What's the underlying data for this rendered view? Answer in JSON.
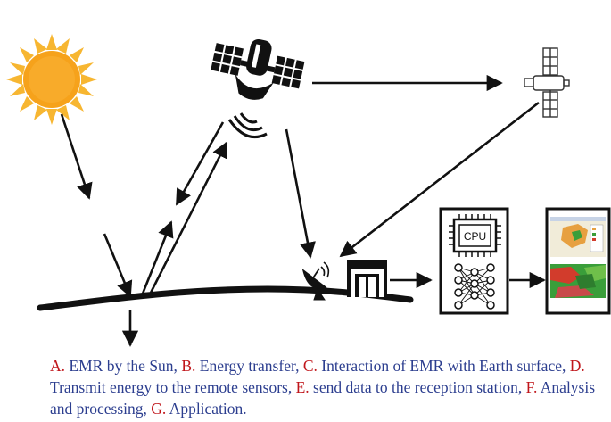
{
  "panels": {
    "cpu_label": "CPU"
  },
  "caption": {
    "items": [
      {
        "letter": "A.",
        "text": " EMR by the Sun, "
      },
      {
        "letter": "B.",
        "text": " Energy transfer, "
      },
      {
        "letter": "C.",
        "text": " Interaction of EMR with Earth surface, "
      },
      {
        "letter": "D.",
        "text": " Transmit energy to the remote sensors, "
      },
      {
        "letter": "E.",
        "text": " send data to the reception station, "
      },
      {
        "letter": "F.",
        "text": " Analysis and processing, "
      },
      {
        "letter": "G.",
        "text": " Application."
      }
    ]
  },
  "colors": {
    "sun_core": "#f6a21b",
    "sun_rays": "#f7b631",
    "caption_text": "#2c3e8f",
    "caption_label": "#c0161b",
    "map_orange": "#e7a040",
    "map_green": "#3a9e3a",
    "map_red": "#d23c2c"
  }
}
